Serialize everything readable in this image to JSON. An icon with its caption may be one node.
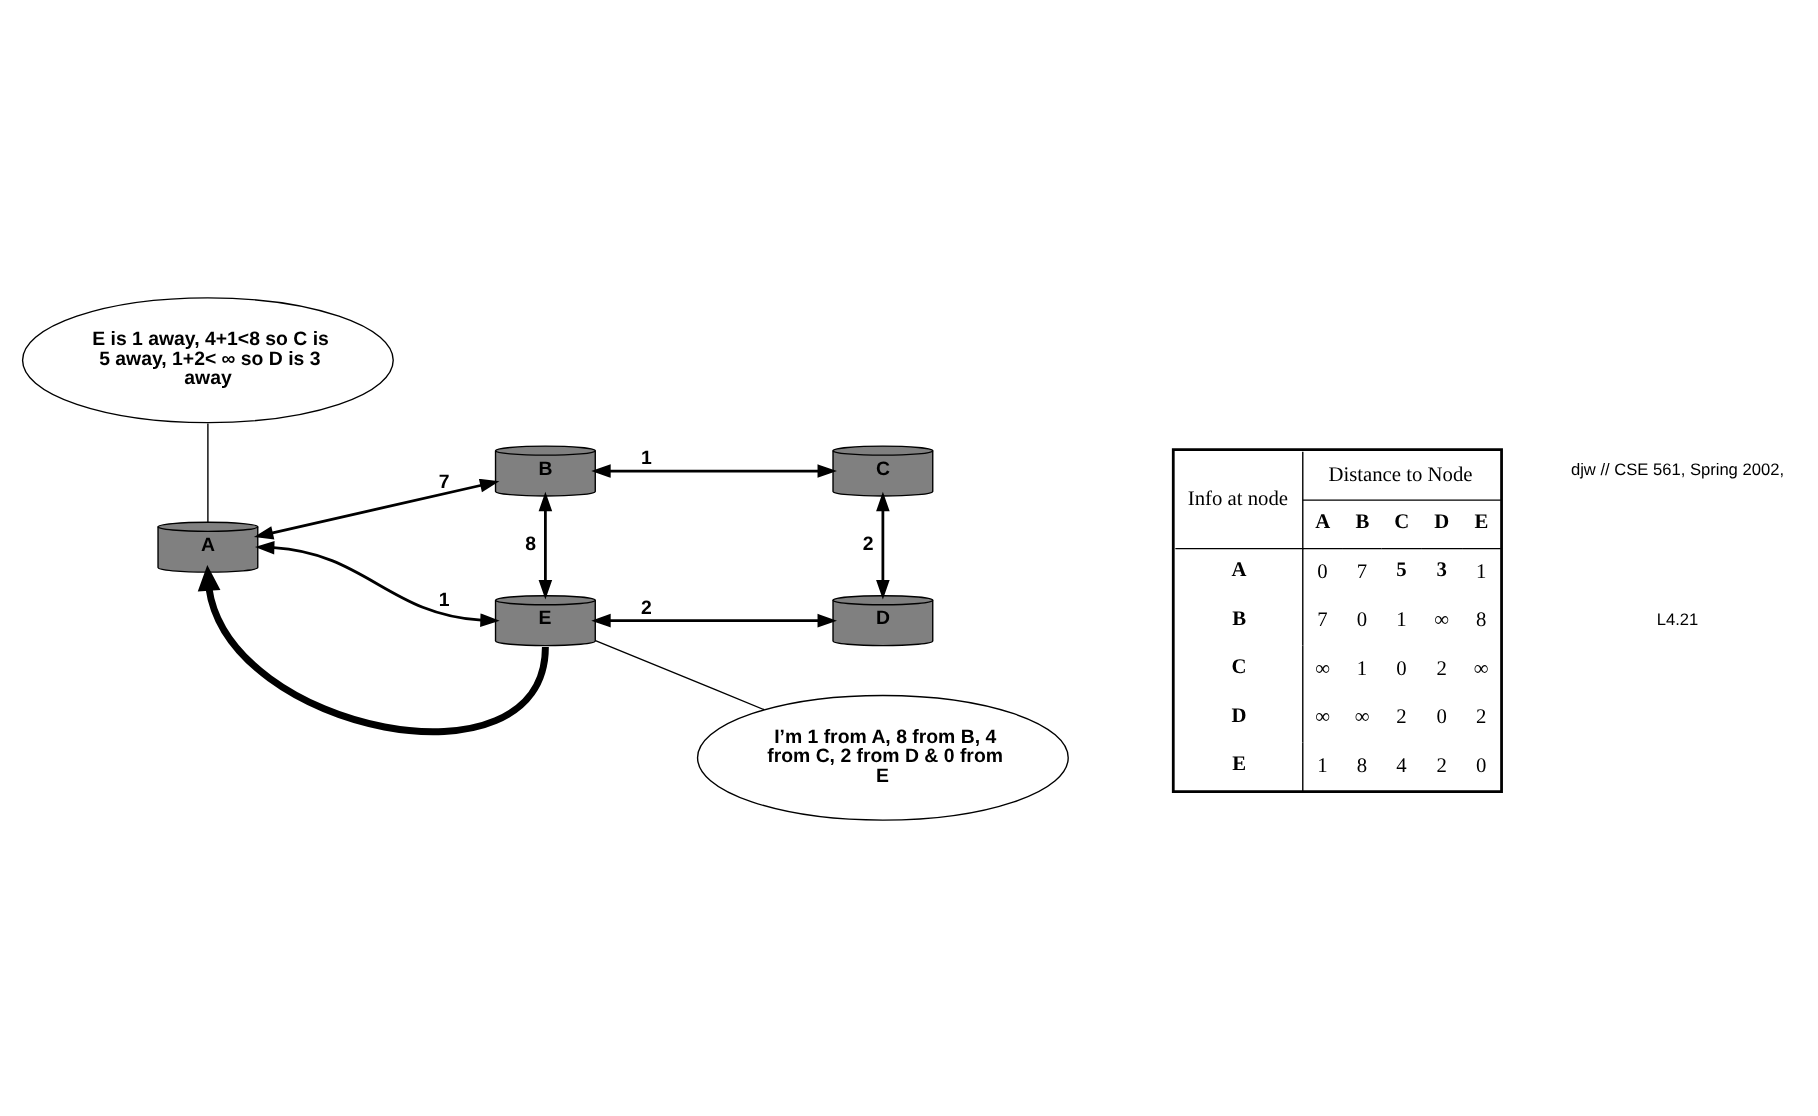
{
  "diagram": {
    "nodes": [
      {
        "text": [
          "E is 1 away, 4+1<8 so C is 5 away, 1+2< ∞ so D is 3 away"
        ]
      },
      {
        "text": [
          "B"
        ]
      },
      {
        "text": [
          "C"
        ]
      },
      {
        "text": [
          "A"
        ]
      },
      {
        "text": [
          "E"
        ]
      },
      {
        "text": [
          "D"
        ]
      },
      {
        "text": [
          "I’m 1 from A, 8 from B, 4 from C, 2 from D & 0 from E"
        ]
      }
    ],
    "edges": [
      {
        "from": 3,
        "to": 1,
        "arrow": "both",
        "label": "7"
      },
      {
        "from": 1,
        "to": 2,
        "arrow": "both",
        "label": "1"
      },
      {
        "from": 1,
        "to": 4,
        "arrow": "both",
        "label": "8"
      },
      {
        "from": 2,
        "to": 5,
        "arrow": "both",
        "label": "2"
      },
      {
        "from": 3,
        "to": 4,
        "arrow": "both",
        "label": "1"
      },
      {
        "from": 4,
        "to": 3,
        "arrow": "to",
        "style": "thick"
      },
      {
        "from": 4,
        "to": 5,
        "arrow": "both",
        "label": "2"
      },
      {
        "from": 0,
        "to": 3,
        "arrow": "none"
      },
      {
        "from": 6,
        "to": 4,
        "arrow": "none"
      }
    ],
    "labels": [
      "Info at node",
      "Distance to Node",
      "A",
      "B",
      "C",
      "D",
      "E",
      "A",
      "0",
      "7",
      "5",
      "3",
      "1",
      "B",
      "7",
      "0",
      "1",
      "∞",
      "8",
      "C",
      "∞",
      "1",
      "0",
      "2",
      "∞",
      "D",
      "∞",
      "∞",
      "2",
      "0",
      "2",
      "E",
      "1",
      "8",
      "4",
      "2",
      "0",
      "djw // CSE 561, Spring 2002,",
      "L4.21"
    ]
  }
}
